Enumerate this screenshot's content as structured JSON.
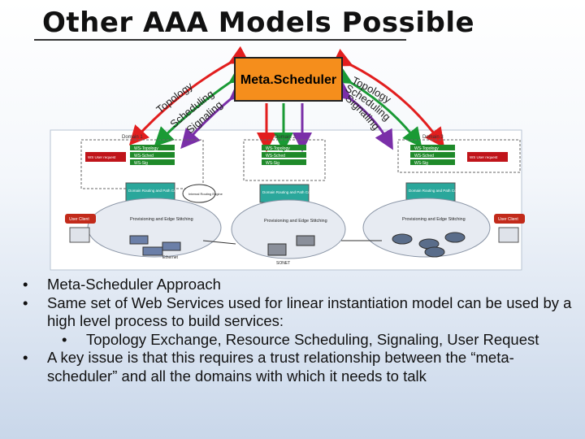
{
  "slide": {
    "title": "Other AAA Models Possible"
  },
  "diagram": {
    "center_box": "Meta.Scheduler",
    "left_arcs": [
      "Topology",
      "Scheduling",
      "Signaling"
    ],
    "right_arcs": [
      "Topology",
      "Scheduling",
      "Signaling"
    ],
    "domains": [
      "Domain 1",
      "Domain 2",
      "Domain 3"
    ],
    "services": [
      "WS-Topology",
      "WS-Sched",
      "WS-Sig"
    ],
    "wsuser": "WS User request",
    "engine": "Domain Routing and Path Computation Element",
    "routing_engine": "Internal Routing Engine",
    "provisioning": "Provisioning and Edge Stitching",
    "user_client": "User Client",
    "networks": [
      "Ethernet",
      "SONET"
    ]
  },
  "bullets": [
    {
      "level": 1,
      "text": "Meta-Scheduler Approach"
    },
    {
      "level": 1,
      "text": "Same set of Web Services used for linear instantiation model can be used by a high level process to  build services:"
    },
    {
      "level": 2,
      "text": "Topology Exchange, Resource Scheduling, Signaling, User Request"
    },
    {
      "level": 1,
      "text": "A key issue is that this requires a trust relationship between the “meta-scheduler” and all the domains with which it needs to talk"
    }
  ],
  "bullet_symbol": "•",
  "colors": {
    "meta_fill": "#f58e1c",
    "arc_topology": "#e21e1e",
    "arc_scheduling": "#1a9a35",
    "arc_signaling": "#7a2fa8",
    "service_green": "#1f8a2a",
    "wsuser_red": "#c0141a",
    "engine_teal": "#2aa79b",
    "client_red": "#c22a1a"
  }
}
